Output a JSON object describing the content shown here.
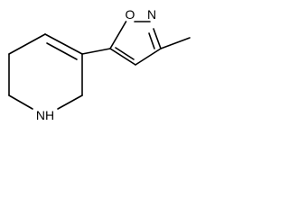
{
  "molecule": {
    "atoms": {
      "oxygen": "O",
      "nitrogen_isoxazole": "N",
      "nitrogen_ring": "NH"
    },
    "colors": {
      "bond": "#000000",
      "label": "#000000",
      "background": "#ffffff"
    }
  }
}
